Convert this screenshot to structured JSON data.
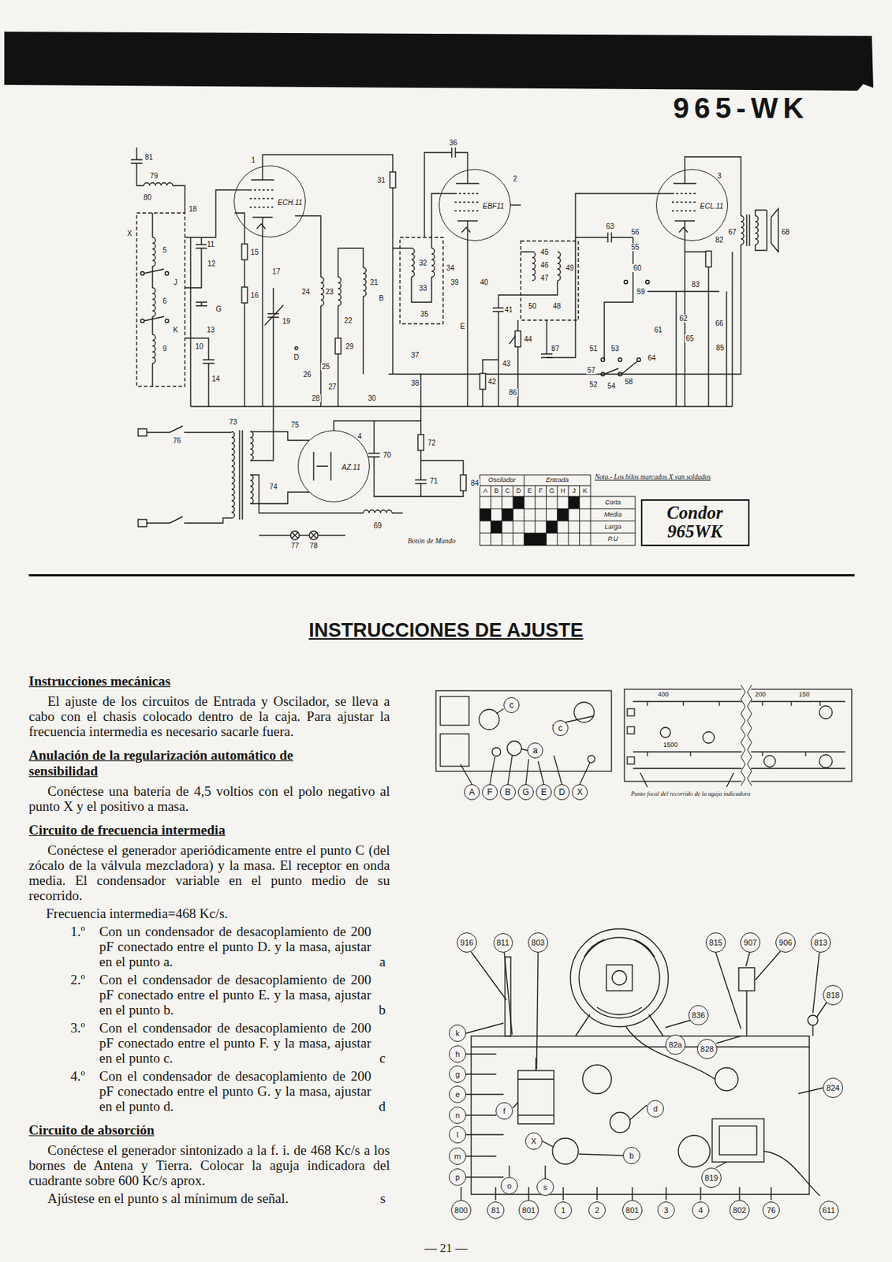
{
  "diagram": {
    "title": "965-WK",
    "nodes": [
      {
        "text": [
          "ECH.11"
        ]
      },
      {
        "text": [
          "EBF11"
        ]
      },
      {
        "text": [
          "ECL.11"
        ]
      },
      {
        "text": [
          "AZ.11"
        ]
      },
      {
        "text": [
          "Condor 965WK"
        ]
      },
      {
        "text": [
          "c"
        ]
      },
      {
        "text": [
          "c"
        ]
      },
      {
        "text": [
          "a"
        ]
      },
      {
        "text": [
          "A"
        ]
      },
      {
        "text": [
          "F"
        ]
      },
      {
        "text": [
          "B"
        ]
      },
      {
        "text": [
          "G"
        ]
      },
      {
        "text": [
          "E"
        ]
      },
      {
        "text": [
          "D"
        ]
      },
      {
        "text": [
          "X"
        ]
      },
      {
        "text": [
          "916"
        ]
      },
      {
        "text": [
          "811"
        ]
      },
      {
        "text": [
          "803"
        ]
      },
      {
        "text": [
          "815"
        ]
      },
      {
        "text": [
          "907"
        ]
      },
      {
        "text": [
          "906"
        ]
      },
      {
        "text": [
          "813"
        ]
      },
      {
        "text": [
          "818"
        ]
      },
      {
        "text": [
          "836"
        ]
      },
      {
        "text": [
          "82a"
        ]
      },
      {
        "text": [
          "828"
        ]
      },
      {
        "text": [
          "824"
        ]
      },
      {
        "text": [
          "819"
        ]
      },
      {
        "text": [
          "k"
        ]
      },
      {
        "text": [
          "h"
        ]
      },
      {
        "text": [
          "g"
        ]
      },
      {
        "text": [
          "e"
        ]
      },
      {
        "text": [
          "n"
        ]
      },
      {
        "text": [
          "l"
        ]
      },
      {
        "text": [
          "m"
        ]
      },
      {
        "text": [
          "p"
        ]
      },
      {
        "text": [
          "f"
        ]
      },
      {
        "text": [
          "d"
        ]
      },
      {
        "text": [
          "X"
        ]
      },
      {
        "text": [
          "b"
        ]
      },
      {
        "text": [
          "o"
        ]
      },
      {
        "text": [
          "s"
        ]
      },
      {
        "text": [
          "800"
        ]
      },
      {
        "text": [
          "81"
        ]
      },
      {
        "text": [
          "801"
        ]
      },
      {
        "text": [
          "1"
        ]
      },
      {
        "text": [
          "2"
        ]
      },
      {
        "text": [
          "801"
        ]
      },
      {
        "text": [
          "3"
        ]
      },
      {
        "text": [
          "4"
        ]
      },
      {
        "text": [
          "802"
        ]
      },
      {
        "text": [
          "76"
        ]
      },
      {
        "text": [
          "611"
        ]
      }
    ],
    "labels": [
      "81",
      "79",
      "80",
      "X",
      "18",
      "11",
      "5",
      "12",
      "J",
      "6",
      "G",
      "K",
      "9",
      "13",
      "10",
      "14",
      "1",
      "15",
      "16",
      "17",
      "19",
      "24",
      "23",
      "22",
      "21",
      "D",
      "29",
      "25",
      "26",
      "27",
      "28",
      "30",
      "B",
      "31",
      "32",
      "34",
      "33",
      "35",
      "37",
      "38",
      "36",
      "2",
      "39",
      "40",
      "45",
      "46",
      "47",
      "49",
      "50",
      "48",
      "E",
      "41",
      "44",
      "43",
      "42",
      "86",
      "87",
      "3",
      "63",
      "56",
      "55",
      "60",
      "59",
      "82",
      "67",
      "68",
      "83",
      "62",
      "66",
      "61",
      "65",
      "64",
      "85",
      "51",
      "53",
      "57",
      "54",
      "52",
      "58",
      "73",
      "76",
      "75",
      "74",
      "4",
      "70",
      "69",
      "77",
      "78",
      "72",
      "71",
      "84",
      "Botón de Mando",
      "Oscilador",
      "Entrada",
      "A",
      "B",
      "C",
      "D",
      "E",
      "F",
      "G",
      "H",
      "J",
      "K",
      "Corta",
      "Media",
      "Larga",
      "P.U",
      "Nota.- Los hilos marcados X van soldados",
      "INSTRUCCIONES DE AJUSTE",
      "Instrucciones mecánicas",
      "El ajuste de los circuitos de Entrada y Oscilador, se lleva a cabo con el chasis colocado dentro de la caja. Para ajustar la frecuencia intermedia es necesario sacarle fuera.",
      "Anulación de la regularización automático de sensibilidad",
      "Conéctese una batería de 4,5 voltios con el polo negativo al punto X y el positivo a masa.",
      "Circuito de frecuencia intermedia",
      "Conéctese el generador aperiódicamente entre el punto C (del zócalo de la válvula mezcladora) y la masa. El receptor en onda media. El condensador variable en el punto medio de su recorrido.",
      "Frecuencia intermedia=468 Kc/s.",
      "1.º",
      "Con un condensador de desacoplamiento de 200 pF conectado entre el punto D. y la masa, ajustar en el punto a.",
      "a",
      "2.º",
      "Con el condensador de desacoplamiento de 200 pF conectado entre el punto E. y la masa, ajustar en el punto b.",
      "b",
      "3.º",
      "Con el condensador de desacoplamiento de 200 pF conectado entre el punto F. y la masa, ajustar en el punto c.",
      "c",
      "4.º",
      "Con el condensador de desacoplamiento de 200 pF conectado entre el punto G. y la masa, ajustar en el punto d.",
      "d",
      "Circuito de absorción",
      "Conéctese el generador sintonizado a la f. i. de 468 Kc/s a los bornes de Antena y Tierra. Colocar la aguja indicadora del cuadrante sobre 600 Kc/s aprox.",
      "Ajústese en el punto s al mínimum de señal.",
      "s",
      "400",
      "200",
      "150",
      "1500",
      "Punto focal del recorrido de la aguja indicadora",
      "— 21 —"
    ]
  }
}
